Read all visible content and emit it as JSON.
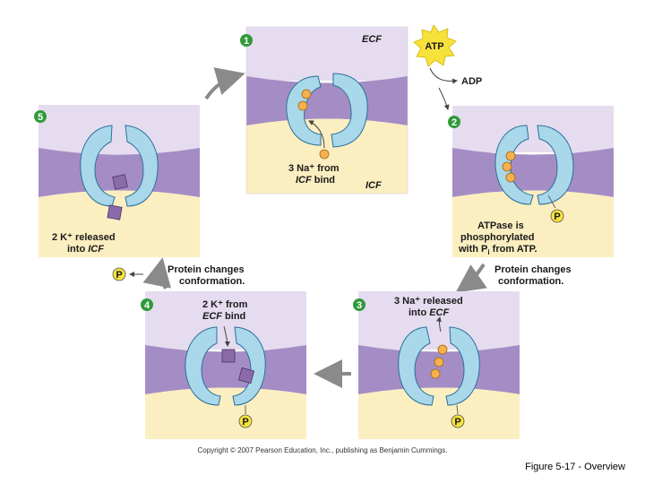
{
  "colors": {
    "ecf": "#e6dcef",
    "membrane": "#a48dc4",
    "icf": "#fbeec0",
    "protein": "#a9d8ea",
    "protein_stroke": "#2a6f9a",
    "sodium": "#f5b04f",
    "potassium": "#8b6aaa",
    "badge": "#2f9a3a",
    "atp": "#f7e23c",
    "arrow": "#8a8a8a"
  },
  "steps": {
    "s1": {
      "num": "1",
      "ecf": "ECF",
      "icf": "ICF",
      "label_l1": "3 Na⁺ from",
      "label_l2_italic": "ICF",
      "label_l2_rest": " bind"
    },
    "s2": {
      "num": "2",
      "atp": "ATP",
      "adp": "ADP",
      "l1": "ATPase is",
      "l2": "phosphorylated",
      "l3": "with P",
      "l3_sub": "i",
      "l3_rest": " from ATP.",
      "p": "P"
    },
    "s3": {
      "num": "3",
      "l1": "3 Na⁺ released",
      "l2_pre": "into ",
      "l2_italic": "ECF",
      "p": "P"
    },
    "s4": {
      "num": "4",
      "l1": "2 K⁺ from",
      "l2_italic": "ECF",
      "l2_rest": " bind",
      "p": "P"
    },
    "s5": {
      "num": "5",
      "l1": "2 K⁺ released",
      "l2_pre": "into ",
      "l2_italic": "ICF"
    }
  },
  "transitions": {
    "right": {
      "l1": "Protein changes",
      "l2": "conformation."
    },
    "left": {
      "l1": "Protein changes",
      "l2": "conformation.",
      "p": "P"
    }
  },
  "footer": {
    "copyright": "Copyright © 2007 Pearson Education, Inc., publishing as Benjamin Cummings.",
    "caption": "Figure 5-17 - Overview"
  }
}
